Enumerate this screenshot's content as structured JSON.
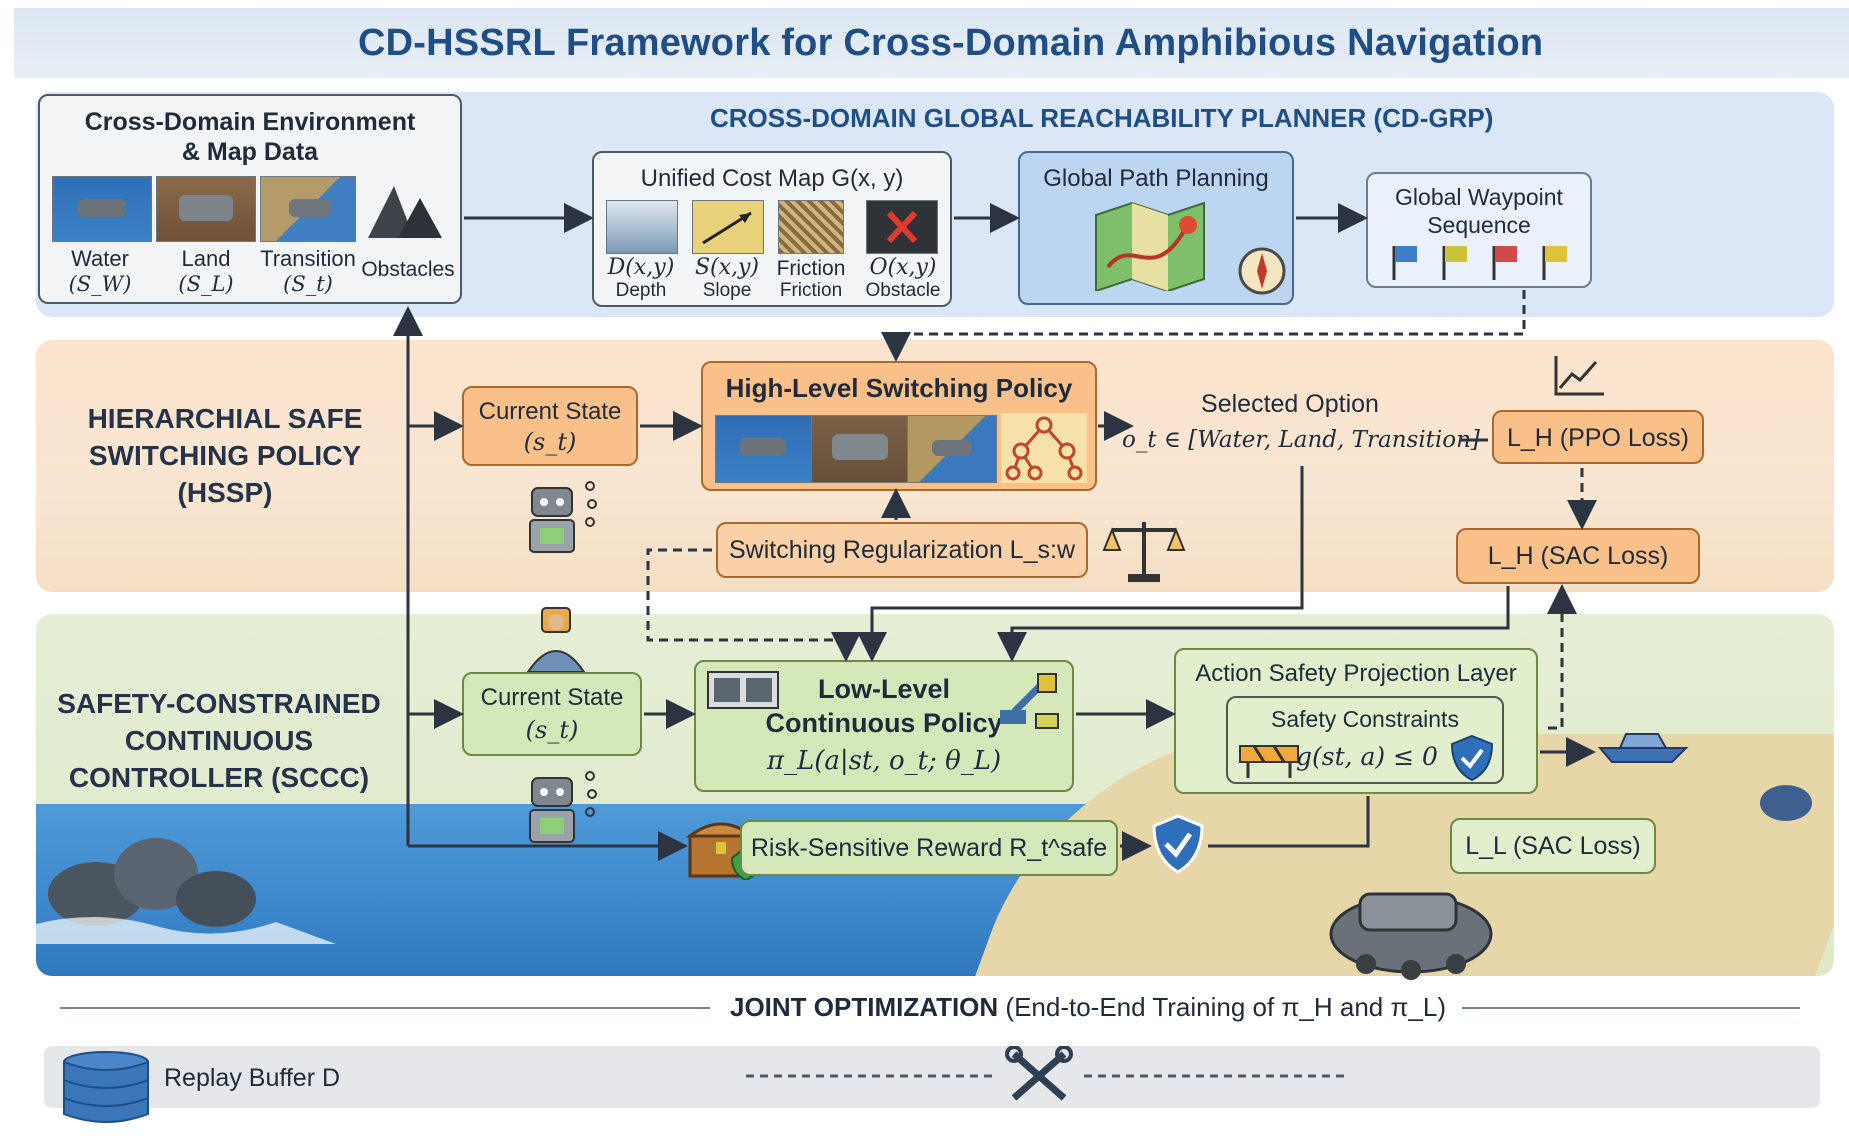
{
  "title": "CD-HSSRL Framework for Cross-Domain Amphibious Navigation",
  "grp": {
    "label": "CROSS-DOMAIN GLOBAL REACHABILITY PLANNER (CD-GRP)",
    "env_box": {
      "title_line1": "Cross-Domain Environment",
      "title_line2": "& Map Data",
      "items": [
        {
          "label": "Water",
          "sub": "(S_W)"
        },
        {
          "label": "Land",
          "sub": "(S_L)"
        },
        {
          "label": "Transition",
          "sub": "(S_t)"
        },
        {
          "label": "Obstacles",
          "sub": ""
        }
      ]
    },
    "cost_map": {
      "title": "Unified Cost Map G(x, y)",
      "items": [
        {
          "symbol": "D(x,y)",
          "label": "Depth"
        },
        {
          "symbol": "S(x,y)",
          "label": "Slope"
        },
        {
          "symbol": "Friction",
          "label": "Friction"
        },
        {
          "symbol": "O(x,y)",
          "label": "Obstacle"
        }
      ]
    },
    "path_planning": {
      "title": "Global Path Planning"
    },
    "waypoints": {
      "title_line1": "Global Waypoint",
      "title_line2": "Sequence"
    }
  },
  "hssp": {
    "label_lines": [
      "HIERARCHIAL SAFE",
      "SWITCHING POLICY",
      "(HSSP)"
    ],
    "current_state": {
      "line1": "Current State",
      "line2": "(s_t)"
    },
    "high_level": {
      "title": "High-Level Switching Policy"
    },
    "switching_reg": {
      "text": "Switching Regularization L_s:w"
    },
    "selected_option": {
      "line1": "Selected Option",
      "line2": "o_t ∈ [Water, Land, Transition]"
    },
    "ppo_loss": "L_H (PPO Loss)",
    "sac_loss": "L_H (SAC Loss)"
  },
  "sccc": {
    "label_lines": [
      "SAFETY-CONSTRAINED",
      "CONTINUOUS",
      "CONTROLLER (SCCC)"
    ],
    "current_state": {
      "line1": "Current State",
      "line2": "(s_t)"
    },
    "low_level": {
      "line1": "Low-Level",
      "line2": "Continuous Policy",
      "line3": "π_L(a|st, o_t; θ_L)"
    },
    "projection": {
      "title": "Action Safety Projection Layer",
      "inner_title": "Safety Constraints",
      "inner_formula": "g(st, a) ≤ 0"
    },
    "reward": "Risk-Sensitive Reward R_t^safe",
    "sac_loss": "L_L (SAC Loss)"
  },
  "joint": {
    "bold": "JOINT OPTIMIZATION",
    "rest": "(End-to-End Training of π_H and π_L)"
  },
  "buffer": {
    "label": "Replay Buffer D"
  },
  "colors": {
    "title": "#1f4e86",
    "grp_band": "#dbe7f6",
    "hssp_band": "#fbe3cc",
    "sccc_band": "#e2ecd0",
    "orange_box": "#f9c08a",
    "green_box": "#d5e8b9",
    "blue_box": "#bcd5f0"
  }
}
